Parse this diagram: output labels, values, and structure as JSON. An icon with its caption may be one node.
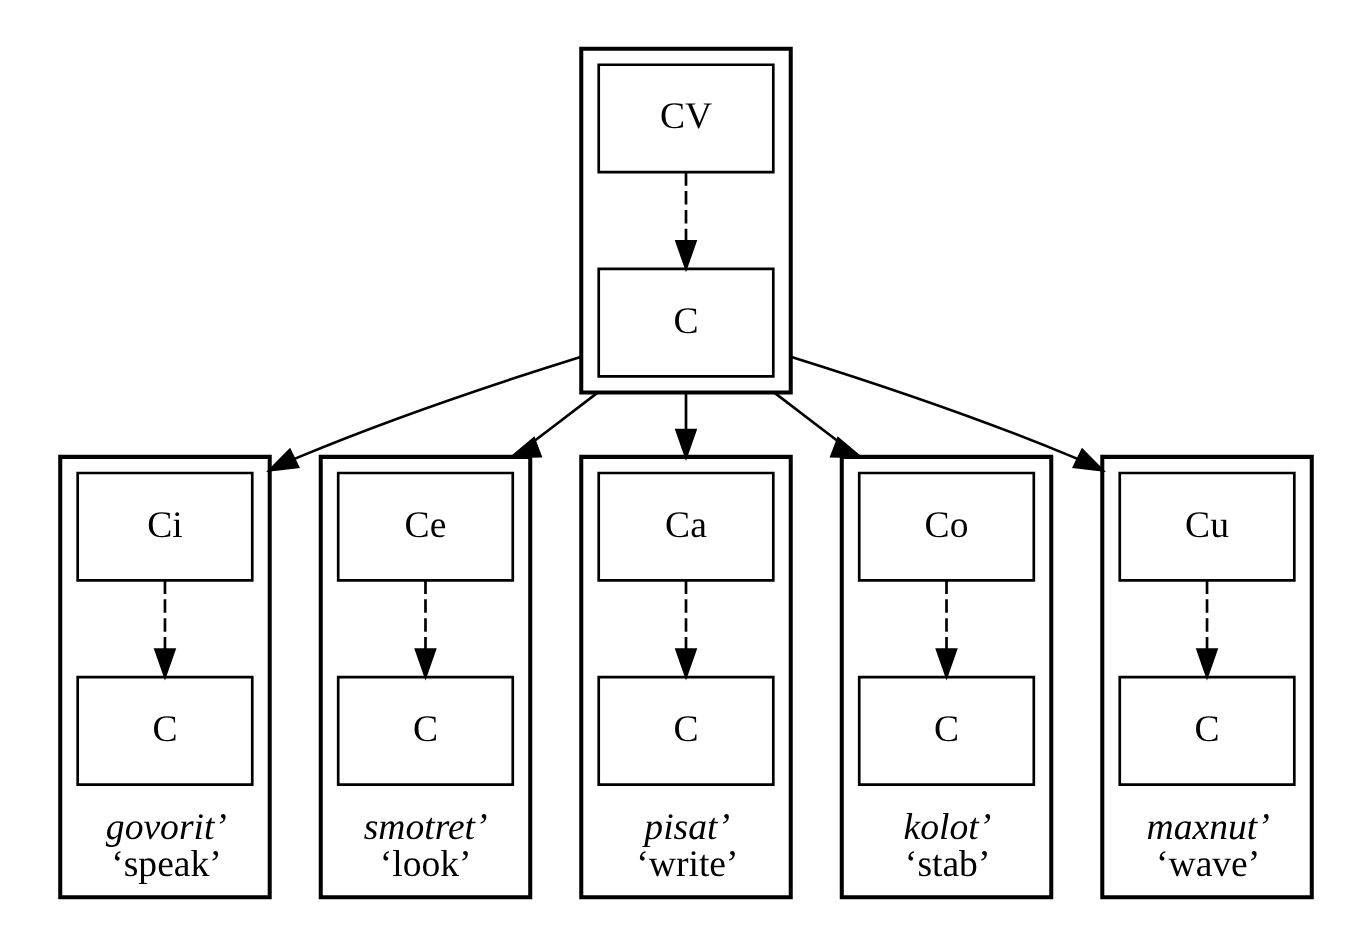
{
  "diagram": {
    "nodes": [
      {
        "text": [],
        "shape": "box"
      },
      {
        "text": [
          "CV"
        ],
        "in": 0
      },
      {
        "text": [
          "C"
        ],
        "in": 0
      },
      {
        "text": [],
        "shape": "box",
        "beside": [
          "govorit’",
          "‘speak’"
        ]
      },
      {
        "text": [
          "Ci"
        ],
        "in": 3
      },
      {
        "text": [
          "C"
        ],
        "in": 3
      },
      {
        "text": [],
        "shape": "box",
        "beside": [
          "smotret’",
          "‘look’"
        ]
      },
      {
        "text": [
          "Ce"
        ],
        "in": 6
      },
      {
        "text": [
          "C"
        ],
        "in": 6
      },
      {
        "text": [],
        "shape": "box",
        "beside": [
          "pisat’",
          "‘write’"
        ]
      },
      {
        "text": [
          "Ca"
        ],
        "in": 9
      },
      {
        "text": [
          "C"
        ],
        "in": 9
      },
      {
        "text": [],
        "shape": "box",
        "beside": [
          "kolot’",
          "‘stab’"
        ]
      },
      {
        "text": [
          "Co"
        ],
        "in": 12
      },
      {
        "text": [
          "C"
        ],
        "in": 12
      },
      {
        "text": [],
        "shape": "box",
        "beside": [
          "maxnut’",
          "‘wave’"
        ]
      },
      {
        "text": [
          "Cu"
        ],
        "in": 15
      },
      {
        "text": [
          "C"
        ],
        "in": 15
      }
    ],
    "edges": [
      {
        "from": 1,
        "to": 2,
        "arrow": "to",
        "style": "dashed"
      },
      {
        "from": 0,
        "to": 3,
        "arrow": "to"
      },
      {
        "from": 0,
        "to": 6,
        "arrow": "to"
      },
      {
        "from": 0,
        "to": 9,
        "arrow": "to"
      },
      {
        "from": 0,
        "to": 12,
        "arrow": "to"
      },
      {
        "from": 0,
        "to": 15,
        "arrow": "to"
      },
      {
        "from": 4,
        "to": 5,
        "arrow": "to",
        "style": "dashed"
      },
      {
        "from": 7,
        "to": 8,
        "arrow": "to",
        "style": "dashed"
      },
      {
        "from": 10,
        "to": 11,
        "arrow": "to",
        "style": "dashed"
      },
      {
        "from": 13,
        "to": 14,
        "arrow": "to",
        "style": "dashed"
      },
      {
        "from": 16,
        "to": 17,
        "arrow": "to",
        "style": "dashed"
      }
    ]
  }
}
